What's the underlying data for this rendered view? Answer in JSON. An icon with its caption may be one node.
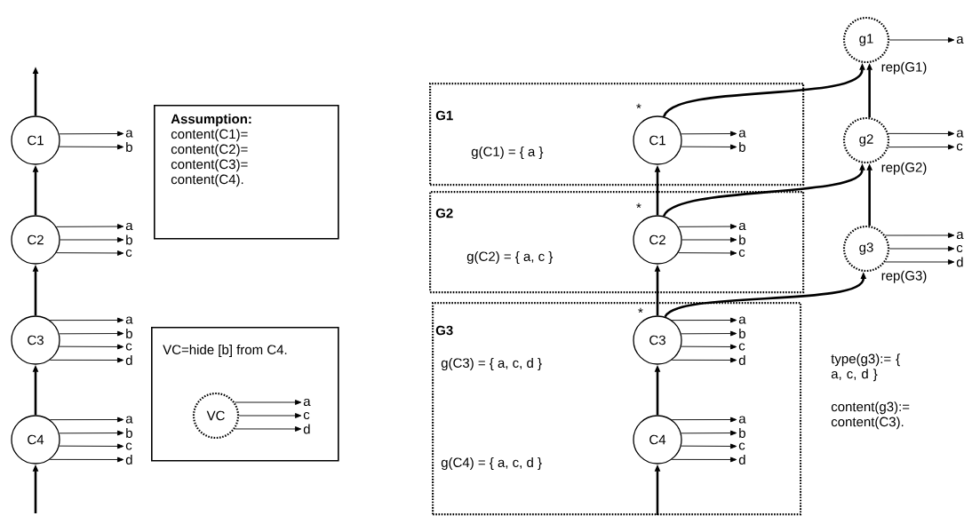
{
  "diagram": {
    "nodes": [
      {
        "text": [
          "C1"
        ]
      },
      {
        "text": [
          "C2"
        ]
      },
      {
        "text": [
          "C3"
        ]
      },
      {
        "text": [
          "C4"
        ]
      },
      {
        "text": [
          "Assumption:",
          "content(C1)= content(C2)= content(C3)= content(C4)."
        ]
      },
      {
        "text": [
          "VC=hide [b] from C4."
        ]
      },
      {
        "text": [
          "VC"
        ],
        "in": 5
      },
      {
        "text": [
          "G1",
          "g(C1) = { a }"
        ]
      },
      {
        "text": [
          "C1"
        ],
        "in": 7
      },
      {
        "text": [
          "G2",
          "g(C2) = { a, c }"
        ]
      },
      {
        "text": [
          "C2"
        ],
        "in": 9
      },
      {
        "text": [
          "G3",
          "g(C3) = { a, c, d }",
          "g(C4) = { a, c, d }"
        ]
      },
      {
        "text": [
          "C3"
        ],
        "in": 11
      },
      {
        "text": [
          "C4"
        ],
        "in": 11
      },
      {
        "text": [
          "g1"
        ],
        "beside": [
          "rep(G1)"
        ]
      },
      {
        "text": [
          "g2"
        ],
        "beside": [
          "rep(G2)"
        ]
      },
      {
        "text": [
          "g3"
        ],
        "beside": [
          "rep(G3)"
        ]
      },
      {
        "text": [
          "a"
        ]
      },
      {
        "text": [
          "b"
        ]
      },
      {
        "text": [
          "a"
        ]
      },
      {
        "text": [
          "b"
        ]
      },
      {
        "text": [
          "c"
        ]
      },
      {
        "text": [
          "a"
        ]
      },
      {
        "text": [
          "b"
        ]
      },
      {
        "text": [
          "c"
        ]
      },
      {
        "text": [
          "d"
        ]
      },
      {
        "text": [
          "a"
        ]
      },
      {
        "text": [
          "b"
        ]
      },
      {
        "text": [
          "c"
        ]
      },
      {
        "text": [
          "d"
        ]
      },
      {
        "text": [
          "a"
        ],
        "in": 5
      },
      {
        "text": [
          "c"
        ],
        "in": 5
      },
      {
        "text": [
          "d"
        ],
        "in": 5
      },
      {
        "text": [
          "a"
        ],
        "in": 7
      },
      {
        "text": [
          "b"
        ],
        "in": 7
      },
      {
        "text": [
          "a"
        ],
        "in": 9
      },
      {
        "text": [
          "b"
        ],
        "in": 9
      },
      {
        "text": [
          "c"
        ],
        "in": 9
      },
      {
        "text": [
          "a"
        ],
        "in": 11
      },
      {
        "text": [
          "b"
        ],
        "in": 11
      },
      {
        "text": [
          "c"
        ],
        "in": 11
      },
      {
        "text": [
          "d"
        ],
        "in": 11
      },
      {
        "text": [
          "a"
        ],
        "in": 11
      },
      {
        "text": [
          "b"
        ],
        "in": 11
      },
      {
        "text": [
          "c"
        ],
        "in": 11
      },
      {
        "text": [
          "d"
        ],
        "in": 11
      },
      {
        "text": [
          "a"
        ]
      },
      {
        "text": [
          "a"
        ]
      },
      {
        "text": [
          "c"
        ]
      },
      {
        "text": [
          "a"
        ]
      },
      {
        "text": [
          "c"
        ]
      },
      {
        "text": [
          "d"
        ]
      }
    ],
    "edges": [
      {
        "from": 0,
        "to": null,
        "arrow": "to",
        "style": "thick"
      },
      {
        "from": 1,
        "to": 0,
        "arrow": "to",
        "style": "thick"
      },
      {
        "from": 2,
        "to": 1,
        "arrow": "to",
        "style": "thick"
      },
      {
        "from": 3,
        "to": 2,
        "arrow": "to",
        "style": "thick"
      },
      {
        "from": null,
        "to": 3,
        "arrow": "to",
        "style": "thick"
      },
      {
        "from": 10,
        "to": 8,
        "arrow": "to",
        "style": "thick"
      },
      {
        "from": 12,
        "to": 10,
        "arrow": "to",
        "style": "thick"
      },
      {
        "from": 13,
        "to": 12,
        "arrow": "to",
        "style": "thick"
      },
      {
        "from": null,
        "to": 13,
        "arrow": "to",
        "style": "thick"
      },
      {
        "from": 8,
        "to": 14,
        "arrow": "to",
        "style": "thick"
      },
      {
        "from": 10,
        "to": 15,
        "arrow": "to",
        "style": "thick"
      },
      {
        "from": 12,
        "to": 16,
        "arrow": "to",
        "style": "thick"
      },
      {
        "from": 16,
        "to": 15,
        "arrow": "to",
        "style": "thick"
      },
      {
        "from": 15,
        "to": 14,
        "arrow": "to",
        "style": "thick"
      },
      {
        "from": 0,
        "to": 17,
        "arrow": "to"
      },
      {
        "from": 0,
        "to": 18,
        "arrow": "to"
      },
      {
        "from": 1,
        "to": 19,
        "arrow": "to"
      },
      {
        "from": 1,
        "to": 20,
        "arrow": "to"
      },
      {
        "from": 1,
        "to": 21,
        "arrow": "to"
      },
      {
        "from": 2,
        "to": 22,
        "arrow": "to"
      },
      {
        "from": 2,
        "to": 23,
        "arrow": "to"
      },
      {
        "from": 2,
        "to": 24,
        "arrow": "to"
      },
      {
        "from": 2,
        "to": 25,
        "arrow": "to"
      },
      {
        "from": 3,
        "to": 26,
        "arrow": "to"
      },
      {
        "from": 3,
        "to": 27,
        "arrow": "to"
      },
      {
        "from": 3,
        "to": 28,
        "arrow": "to"
      },
      {
        "from": 3,
        "to": 29,
        "arrow": "to"
      },
      {
        "from": 6,
        "to": 30,
        "arrow": "to"
      },
      {
        "from": 6,
        "to": 31,
        "arrow": "to"
      },
      {
        "from": 6,
        "to": 32,
        "arrow": "to"
      },
      {
        "from": 8,
        "to": 33,
        "arrow": "to"
      },
      {
        "from": 8,
        "to": 34,
        "arrow": "to"
      },
      {
        "from": 10,
        "to": 35,
        "arrow": "to"
      },
      {
        "from": 10,
        "to": 36,
        "arrow": "to"
      },
      {
        "from": 10,
        "to": 37,
        "arrow": "to"
      },
      {
        "from": 12,
        "to": 38,
        "arrow": "to"
      },
      {
        "from": 12,
        "to": 39,
        "arrow": "to"
      },
      {
        "from": 12,
        "to": 40,
        "arrow": "to"
      },
      {
        "from": 12,
        "to": 41,
        "arrow": "to"
      },
      {
        "from": 13,
        "to": 42,
        "arrow": "to"
      },
      {
        "from": 13,
        "to": 43,
        "arrow": "to"
      },
      {
        "from": 13,
        "to": 44,
        "arrow": "to"
      },
      {
        "from": 13,
        "to": 45,
        "arrow": "to"
      },
      {
        "from": 14,
        "to": 46,
        "arrow": "to"
      },
      {
        "from": 15,
        "to": 47,
        "arrow": "to"
      },
      {
        "from": 15,
        "to": 48,
        "arrow": "to"
      },
      {
        "from": 16,
        "to": 49,
        "arrow": "to"
      },
      {
        "from": 16,
        "to": 50,
        "arrow": "to"
      },
      {
        "from": 16,
        "to": 51,
        "arrow": "to"
      }
    ],
    "labels": [
      "*",
      "*",
      "*",
      "type(g3):= { a, c, d }",
      "content(g3):= content(C3)."
    ]
  }
}
